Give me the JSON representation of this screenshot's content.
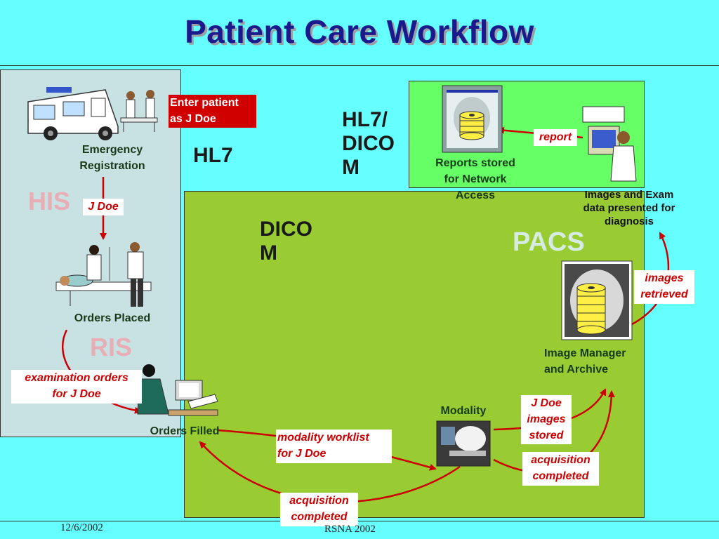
{
  "title": "Patient Care Workflow",
  "footer": {
    "date": "12/6/2002",
    "event": "RSNA 2002"
  },
  "regions": {
    "his": "HIS",
    "ris": "RIS",
    "pacs": "PACS"
  },
  "protocols": {
    "hl7": "HL7",
    "hl7_dicom_1": "HL7/",
    "hl7_dicom_2": "DICO",
    "hl7_dicom_3": "M",
    "dicom_1": "DICO",
    "dicom_2": "M"
  },
  "enter_patient": {
    "line1": "Enter patient",
    "line2": "as J Doe"
  },
  "nodes": {
    "emergency": {
      "line1": "Emergency",
      "line2": "Registration"
    },
    "orders_placed": "Orders Placed",
    "orders_filled": "Orders Filled",
    "modality": "Modality",
    "image_manager": {
      "line1": "Image Manager",
      "line2": "and Archive"
    },
    "reports": {
      "line1": "Reports stored",
      "line2": "for Network",
      "line3": "Access"
    },
    "images_exam": {
      "line1": "Images and Exam",
      "line2": "data presented  for",
      "line3": "diagnosis"
    }
  },
  "messages": {
    "j_doe": "J Doe",
    "exam_orders": {
      "line1": "examination orders",
      "line2": "for J Doe"
    },
    "worklist": {
      "line1": "modality worklist",
      "line2": "for J Doe"
    },
    "acq_bottom": {
      "line1": "acquisition",
      "line2": "completed"
    },
    "acq_right": {
      "line1": "acquisition",
      "line2": "completed"
    },
    "stored": {
      "line1": "J Doe",
      "line2": "images",
      "line3": "stored"
    },
    "retrieved": {
      "line1": "images",
      "line2": "retrieved"
    },
    "report": "report"
  },
  "colors": {
    "background": "#66ffff",
    "his_panel": "#c8e2e4",
    "pacs_panel": "#99cc33",
    "report_panel": "#66ff66",
    "arrow": "#cc0000",
    "title": "#1a1a8c"
  }
}
